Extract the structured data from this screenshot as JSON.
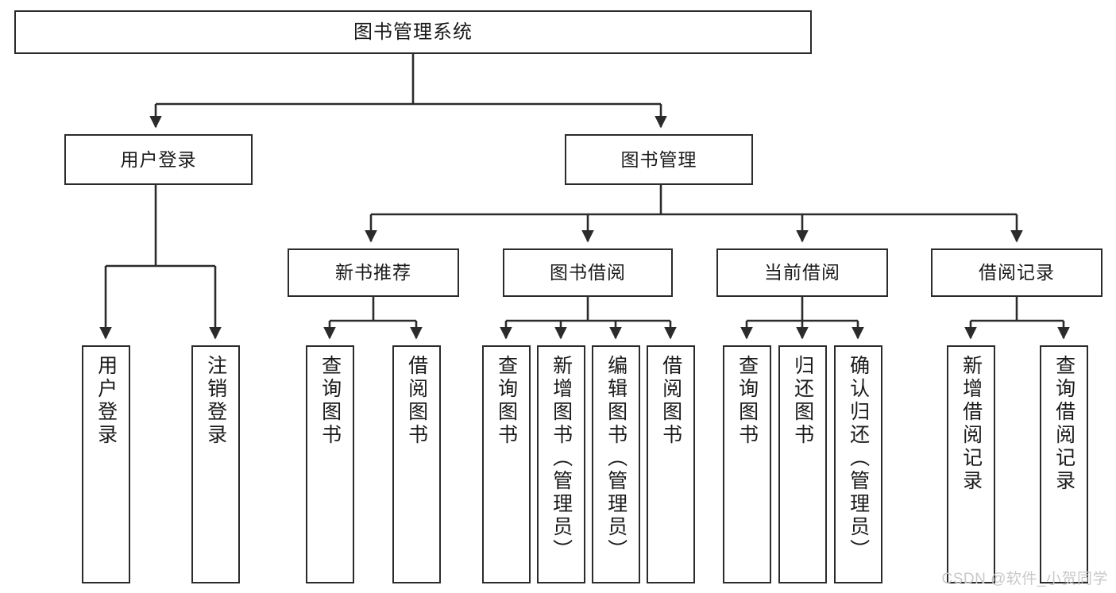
{
  "diagram": {
    "title": "图书管理系统",
    "type": "tree",
    "watermark": "CSDN @软件_小贺同学",
    "stroke_color": "#2b2b2b",
    "fill_color": "#ffffff",
    "text_color": "#1a1a1a"
  },
  "nodes": {
    "root": {
      "label": "图书管理系统",
      "level": 1
    },
    "l2": [
      {
        "id": "user-login",
        "label": "用户登录",
        "level": 2
      },
      {
        "id": "book-manage",
        "label": "图书管理",
        "level": 2
      }
    ],
    "l3": [
      {
        "id": "new-book-rec",
        "label": "新书推荐",
        "level": 3
      },
      {
        "id": "book-borrow",
        "label": "图书借阅",
        "level": 3
      },
      {
        "id": "current-borrow",
        "label": "当前借阅",
        "level": 3
      },
      {
        "id": "borrow-record",
        "label": "借阅记录",
        "level": 3
      }
    ],
    "leaves": [
      {
        "id": "leaf-user-login",
        "label": "用户登录",
        "parent": "user-login"
      },
      {
        "id": "leaf-logout",
        "label": "注销登录",
        "parent": "user-login"
      },
      {
        "id": "leaf-query-book-1",
        "label": "查询图书",
        "parent": "new-book-rec"
      },
      {
        "id": "leaf-borrow-book-1",
        "label": "借阅图书",
        "parent": "new-book-rec"
      },
      {
        "id": "leaf-query-book-2",
        "label": "查询图书",
        "parent": "book-borrow"
      },
      {
        "id": "leaf-add-book",
        "label": "新增图书（管理员）",
        "parent": "book-borrow"
      },
      {
        "id": "leaf-edit-book",
        "label": "编辑图书（管理员）",
        "parent": "book-borrow"
      },
      {
        "id": "leaf-borrow-book-2",
        "label": "借阅图书",
        "parent": "book-borrow"
      },
      {
        "id": "leaf-query-book-3",
        "label": "查询图书",
        "parent": "current-borrow"
      },
      {
        "id": "leaf-return-book",
        "label": "归还图书",
        "parent": "current-borrow"
      },
      {
        "id": "leaf-confirm-return",
        "label": "确认归还（管理员）",
        "parent": "current-borrow"
      },
      {
        "id": "leaf-add-record",
        "label": "新增借阅记录",
        "parent": "borrow-record"
      },
      {
        "id": "leaf-query-record",
        "label": "查询借阅记录",
        "parent": "borrow-record"
      }
    ]
  }
}
